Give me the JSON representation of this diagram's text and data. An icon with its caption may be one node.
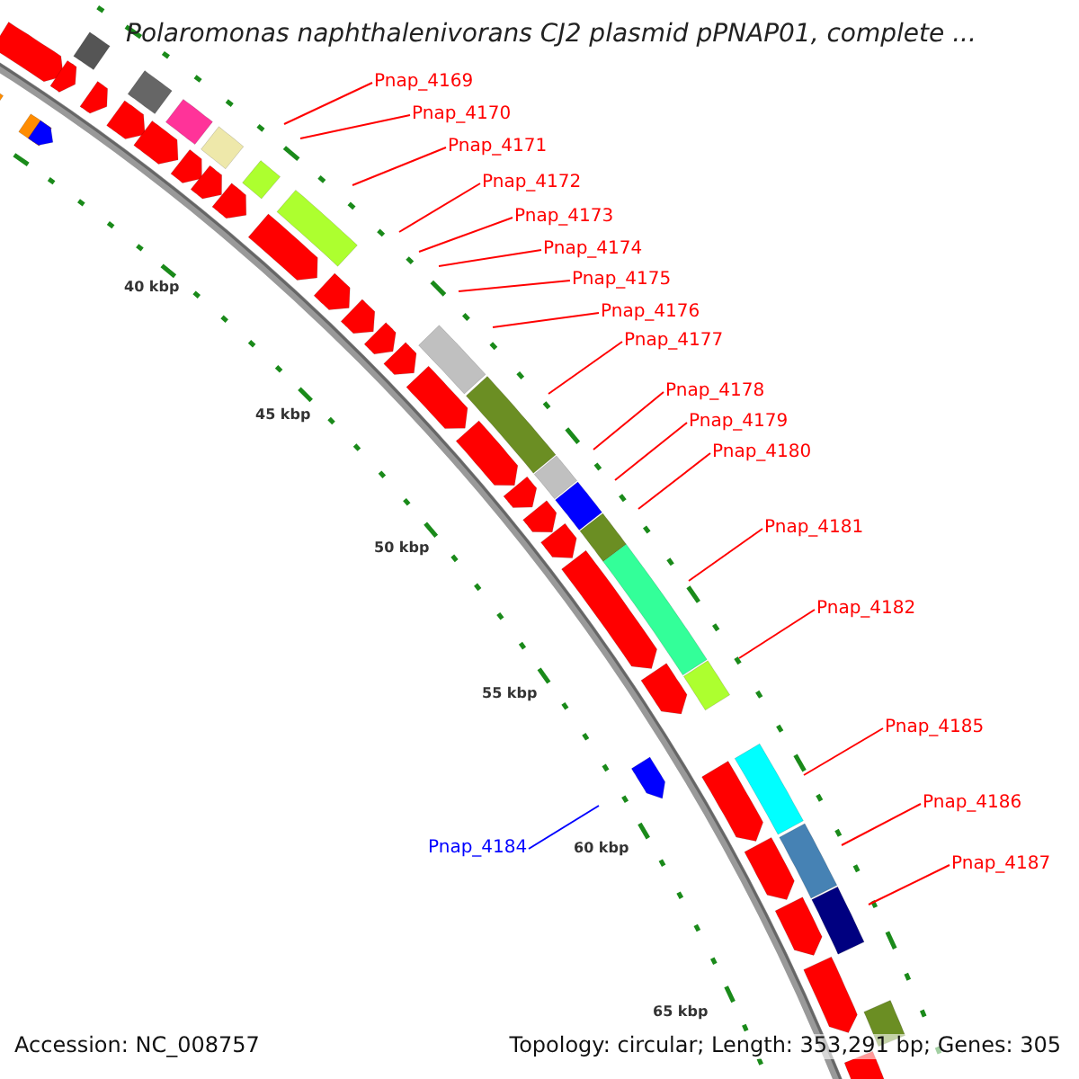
{
  "diagram": {
    "title": "Polaromonas naphthalenivorans CJ2 plasmid pPNAP01, complete ...",
    "nodes": [
      {
        "text": [
          "Pnap_4169"
        ]
      },
      {
        "text": [
          "Pnap_4170"
        ]
      },
      {
        "text": [
          "Pnap_4171"
        ]
      },
      {
        "text": [
          "Pnap_4172"
        ]
      },
      {
        "text": [
          "Pnap_4173"
        ]
      },
      {
        "text": [
          "Pnap_4174"
        ]
      },
      {
        "text": [
          "Pnap_4175"
        ]
      },
      {
        "text": [
          "Pnap_4176"
        ]
      },
      {
        "text": [
          "Pnap_4177"
        ]
      },
      {
        "text": [
          "Pnap_4178"
        ]
      },
      {
        "text": [
          "Pnap_4179"
        ]
      },
      {
        "text": [
          "Pnap_4180"
        ]
      },
      {
        "text": [
          "Pnap_4181"
        ]
      },
      {
        "text": [
          "Pnap_4182"
        ]
      },
      {
        "text": [
          "Pnap_4185"
        ]
      },
      {
        "text": [
          "Pnap_4184"
        ]
      },
      {
        "text": [
          "Pnap_4186"
        ]
      },
      {
        "text": [
          "Pnap_4187"
        ]
      }
    ],
    "edges": [
      {
        "from": 0,
        "to": null,
        "arrow": "none"
      },
      {
        "from": 1,
        "to": null,
        "arrow": "none"
      },
      {
        "from": 2,
        "to": null,
        "arrow": "none"
      },
      {
        "from": 3,
        "to": null,
        "arrow": "none"
      },
      {
        "from": 4,
        "to": null,
        "arrow": "none"
      },
      {
        "from": 5,
        "to": null,
        "arrow": "none"
      },
      {
        "from": 6,
        "to": null,
        "arrow": "none"
      },
      {
        "from": 7,
        "to": null,
        "arrow": "none"
      },
      {
        "from": 8,
        "to": null,
        "arrow": "none"
      },
      {
        "from": 9,
        "to": null,
        "arrow": "none"
      },
      {
        "from": 10,
        "to": null,
        "arrow": "none"
      },
      {
        "from": 11,
        "to": null,
        "arrow": "none"
      },
      {
        "from": 12,
        "to": null,
        "arrow": "none"
      },
      {
        "from": 13,
        "to": null,
        "arrow": "none"
      },
      {
        "from": 14,
        "to": null,
        "arrow": "none"
      },
      {
        "from": 15,
        "to": null,
        "arrow": "none",
        "color": "#0000ff"
      },
      {
        "from": 16,
        "to": null,
        "arrow": "none"
      },
      {
        "from": 17,
        "to": null,
        "arrow": "none"
      }
    ],
    "labels": [
      "40 kbp",
      "45 kbp",
      "50 kbp",
      "55 kbp",
      "60 kbp",
      "65 kbp",
      "Accession: NC_008757",
      "Topology: circular; Length: 353,291 bp; Genes: 305"
    ]
  }
}
